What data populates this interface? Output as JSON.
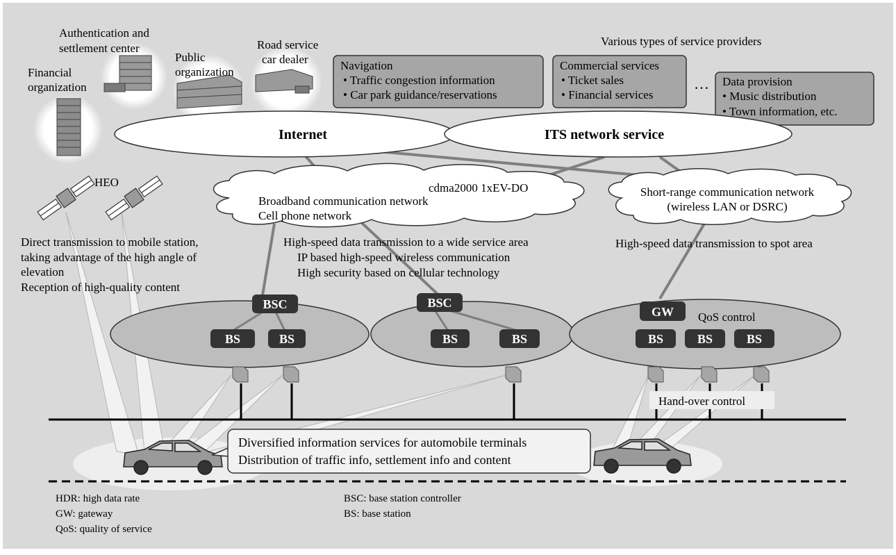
{
  "orgs": {
    "financial": [
      "Financial",
      "organization"
    ],
    "auth": [
      "Authentication and",
      "settlement center"
    ],
    "public": [
      "Public",
      "organization"
    ],
    "road": [
      "Road service",
      "car dealer"
    ]
  },
  "providers": {
    "title": "Various types of service providers",
    "navigation": [
      "Navigation",
      "• Traffic congestion information",
      "• Car park guidance/reservations"
    ],
    "commercial": [
      "Commercial services",
      "• Ticket sales",
      "• Financial services"
    ],
    "ellipsis": "…",
    "data": [
      "Data provision",
      "• Music distribution",
      "• Town information, etc."
    ]
  },
  "networks": {
    "internet": "Internet",
    "its": "ITS network service"
  },
  "clouds": {
    "broadband": [
      "cdma2000 1xEV-DO",
      "Broadband communication network",
      "Cell phone network"
    ],
    "short": [
      "Short-range communication network",
      "(wireless LAN or DSRC)"
    ]
  },
  "satellite": {
    "label": "HEO"
  },
  "descriptions": {
    "left": [
      "Direct transmission to mobile station,",
      "taking advantage of the high angle of",
      "elevation",
      "Reception of high-quality content"
    ],
    "middle": [
      "High-speed data transmission to a wide service area",
      "IP based high-speed wireless communication",
      "High security based on cellular technology"
    ],
    "right": "High-speed data transmission to spot area"
  },
  "nodes": {
    "bsc": "BSC",
    "bs": "BS",
    "gw": "GW"
  },
  "qos": "QoS control",
  "handover": "Hand-over control",
  "services": [
    "Diversified information services for automobile terminals",
    "Distribution of traffic info, settlement info and content"
  ],
  "legend": {
    "left": [
      "HDR: high data rate",
      "GW: gateway",
      "QoS: quality of service"
    ],
    "right": [
      "BSC: base station controller",
      "BS: base station"
    ]
  },
  "colors": {
    "background": "#d9d9d9",
    "ellipse": "#bdbdbd",
    "node": "#333333",
    "provider_box": "#a6a6a6",
    "line": "#7f7f7f"
  }
}
